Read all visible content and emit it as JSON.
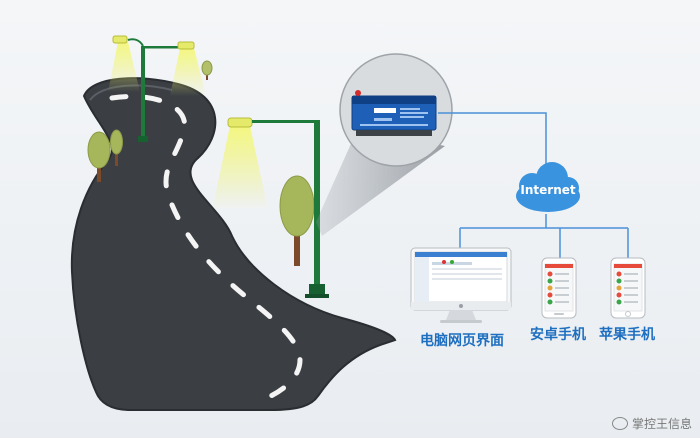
{
  "network": {
    "label": "Internet"
  },
  "devices": [
    {
      "id": "pc",
      "label": "电脑网页界面"
    },
    {
      "id": "android",
      "label": "安卓手机"
    },
    {
      "id": "iphone",
      "label": "苹果手机"
    }
  ],
  "watermark": {
    "text": "掌控王信息"
  },
  "colors": {
    "road": "#3b3f44",
    "road_edge": "#2a2d31",
    "pole": "#1e7a3a",
    "light_beam": "#e7ee57",
    "tree_crown": "#a6b65a",
    "trunk": "#7a4a2a",
    "link_line": "#4a90d9",
    "cloud": "#3a93de",
    "label": "#1e6fc0"
  },
  "icons": [
    "street-lamp-icon",
    "tree-icon",
    "cloud-icon",
    "monitor-icon",
    "phone-icon",
    "controller-device-icon",
    "weibo-icon"
  ]
}
